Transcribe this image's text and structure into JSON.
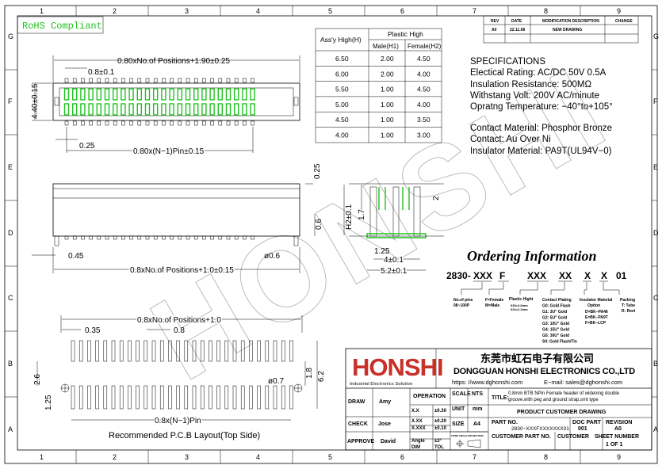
{
  "frame": {
    "columns": [
      "1",
      "2",
      "3",
      "4",
      "5",
      "6",
      "7",
      "8",
      "9"
    ],
    "rows": [
      "G",
      "F",
      "E",
      "D",
      "C",
      "B",
      "A"
    ]
  },
  "rohs": "RoHS Compliant",
  "watermark": "HONSHI",
  "revision_table": {
    "headers": [
      "REV",
      "DATE",
      "MODIFICATION DESCRIPTION",
      "CHANGE"
    ],
    "rows": [
      [
        "A0",
        "22.11.08",
        "NEW DRAWING",
        ""
      ]
    ]
  },
  "height_table": {
    "assy_header": "Ass'y High(H)",
    "plastic_header": "Plastic High",
    "male_header": "Male(H1)",
    "female_header": "Female(H2)",
    "rows": [
      [
        "6.50",
        "2.00",
        "4.50"
      ],
      [
        "6.00",
        "2.00",
        "4.00"
      ],
      [
        "5.50",
        "1.00",
        "4.50"
      ],
      [
        "5.00",
        "1.00",
        "4.00"
      ],
      [
        "4.50",
        "1.00",
        "3.50"
      ],
      [
        "4.00",
        "1.00",
        "3.00"
      ]
    ]
  },
  "specifications": {
    "title": "SPECIFICATIONS",
    "lines": [
      "Electical Rating: AC/DC  50V  0.5A",
      "Insulation Resistance:    500MΩ",
      "Withstang Volt: 200V AC/minute",
      "Opratng Temperature: −40°to+105°"
    ],
    "materials": [
      "Contact Material: Phosphor Bronze",
      "Contact: Au Over Ni",
      "Insulator Material: PA9T(UL94V−0)"
    ]
  },
  "top_view": {
    "dim_overall": "0.80xNo.of Positions+1.90±0.25",
    "dim_pitch": "0.8±0.1",
    "dim_width": "4.40±0.15",
    "dim_pin": "0.25",
    "dim_span": "0.80x(N−1)Pin±0.15"
  },
  "side_view": {
    "dim_025": "0.25",
    "dim_06": "0.6",
    "dim_045": "0.45",
    "dim_peg": "ø0.6",
    "dim_overall": "0.8xNo.of Positions+1.0±0.15"
  },
  "section_view": {
    "dim_h": "H2±0.1",
    "dim_17": "1.7",
    "dim_2": "2",
    "dim_125": "1.25",
    "dim_4": "4±0.1",
    "dim_52": "5.2±0.1"
  },
  "ordering": {
    "title": "Ordering Information",
    "code": [
      "2830-",
      "XXX",
      "F",
      "XXX",
      "XX",
      "X",
      "X",
      "01"
    ],
    "legend": {
      "pins": [
        "No.of pins",
        "08~100P"
      ],
      "gender": [
        "F=Female",
        "M=Male"
      ],
      "height": [
        "Plastic Hight",
        "030=3.0mm",
        "022=2.2mm"
      ],
      "plating": [
        "Contact Plating",
        "G0: Gold Flash",
        "G1: 3U\" Gold",
        "G2: 5U\" Gold",
        "G3: 10U\" Gold",
        "G4: 15U\" Gold",
        "G5: 30U\" Gold",
        "S0: Gold Flash/Tin"
      ],
      "material": [
        "Insulator Material",
        "Option",
        "D=BK−PA46",
        "E=BK−PA9T",
        "F=BK−LCP"
      ],
      "packing": [
        "Packing",
        "T: Tube",
        "R: Reel"
      ]
    }
  },
  "pcb_layout": {
    "dim_overall": "0.8xNo.of Positions+1.0",
    "dim_035": "0.35",
    "dim_08": "0.8",
    "dim_26": "2.6",
    "dim_125": "1.25",
    "dim_18": "1.8",
    "dim_62": "6.2",
    "dim_hole": "ø0.7",
    "dim_span": "0.8x(N−1)Pin",
    "caption": "Recommended P.C.B Layout(Top Side)"
  },
  "title_block": {
    "logo": "HONSHI",
    "logo_tagline": "Industrial Electronics Solution",
    "company_cn": "东莞市虹石电子有限公司",
    "company_en": "DONGGUAN HONSHI ELECTRONICS CO.,LTD",
    "website": "https: //www.dghonshi.com",
    "email": "E−mail: sales@dghonshi.com",
    "draw_label": "DRAW",
    "draw_value": "Amy",
    "check_label": "CHECK",
    "check_value": "Jose",
    "approve_label": "APPROVE",
    "approve_value": "David",
    "operation_label": "OPERATION",
    "tolerances": [
      [
        "X.X",
        "±0.30"
      ],
      [
        "X.XX",
        "±0.20"
      ],
      [
        "X.XXX",
        "±0.10"
      ],
      [
        "Angle",
        "±3°"
      ],
      [
        "DIM",
        "TOL"
      ]
    ],
    "scale_label": "SCALE",
    "scale_value": "NTS",
    "unit_label": "UNIT",
    "unit_value": "mm",
    "size_label": "SIZE",
    "size_value": "A4",
    "projection_label": "THIRD ANGLE PROJECTION",
    "title_label": "TITLE:",
    "title_value_1": "0.8mm BTB NPin Female header of widening double",
    "title_value_2": "groove,with peg and ground strap,smt type",
    "drawing_type": "PRODUCT CUSTOMER DRAWING",
    "part_no_label": "PART NO.",
    "part_no_value": "2830−XXXFXXXXXXX01",
    "doc_part_label": "DOC PART",
    "doc_part_value": "001",
    "revision_label": "REVISION",
    "revision_value": "A0",
    "customer_part_label": "CUSTOMER PART NO.",
    "customer_label": "CUSTOMER",
    "sheet_label": "SHEET NUMBER",
    "sheet_value": "1 OF 1"
  },
  "colors": {
    "green": "#1fc21f",
    "logo_red": "#c8302a"
  }
}
